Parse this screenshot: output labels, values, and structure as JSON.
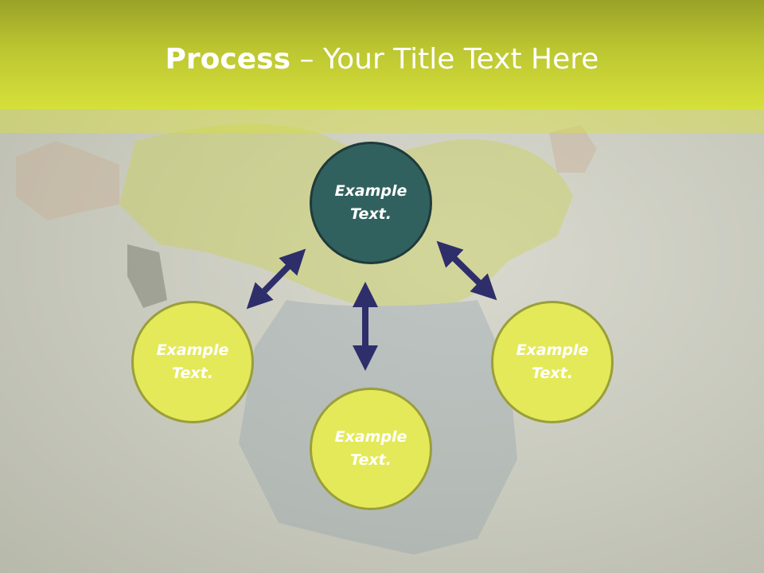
{
  "slide": {
    "title_bold": "Process",
    "title_rest": " – Your Title Text Here"
  },
  "diagram": {
    "nodes": [
      {
        "id": "center",
        "label": "Example Text."
      },
      {
        "id": "left",
        "label": "Example Text."
      },
      {
        "id": "right",
        "label": "Example Text."
      },
      {
        "id": "bottom",
        "label": "Example Text."
      }
    ]
  },
  "colors": {
    "header": "#d6e03b",
    "center_node": "#31615f",
    "outer_node": "#e4e95a",
    "arrow": "#2e2e6b"
  }
}
